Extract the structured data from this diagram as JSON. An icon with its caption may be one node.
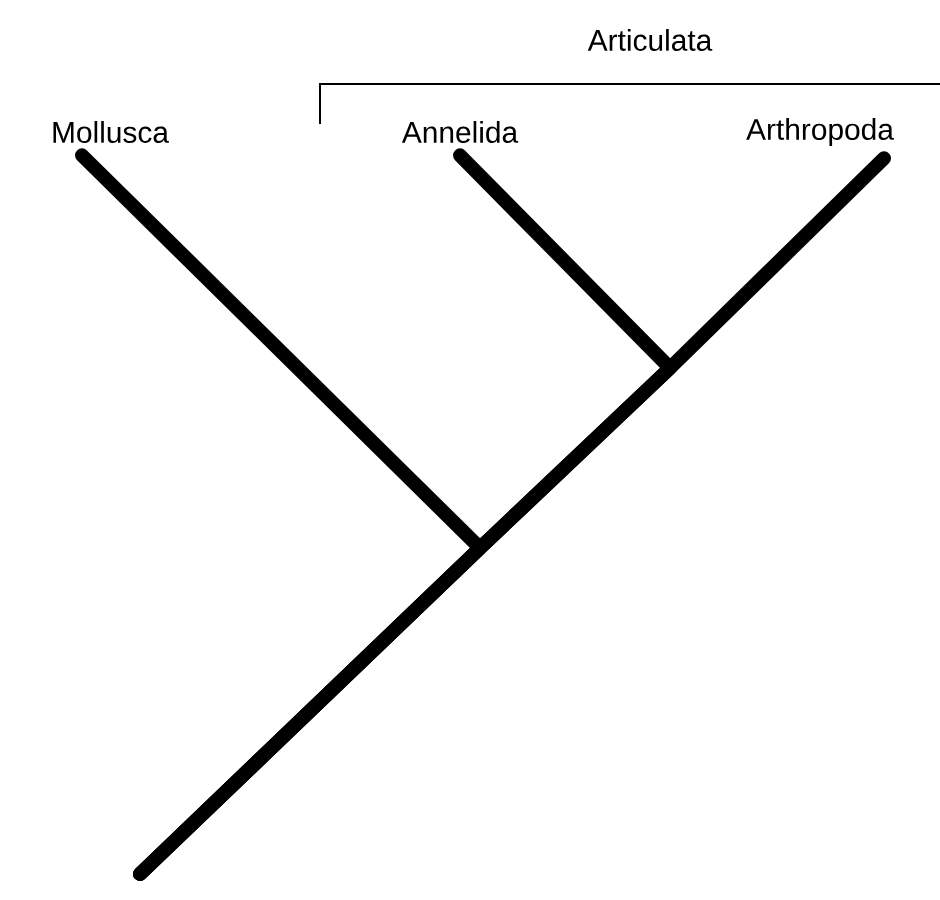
{
  "diagram": {
    "nodes": [
      {
        "text": [
          "Mollusca"
        ]
      },
      {
        "text": [
          "Annelida"
        ]
      },
      {
        "text": [
          "Arthropoda"
        ]
      }
    ],
    "edges": [
      {
        "from": null,
        "to": 0,
        "arrow": "none"
      },
      {
        "from": null,
        "to": 1,
        "arrow": "none"
      },
      {
        "from": null,
        "to": 2,
        "arrow": "none"
      }
    ],
    "labels": [
      "Articulata"
    ]
  }
}
